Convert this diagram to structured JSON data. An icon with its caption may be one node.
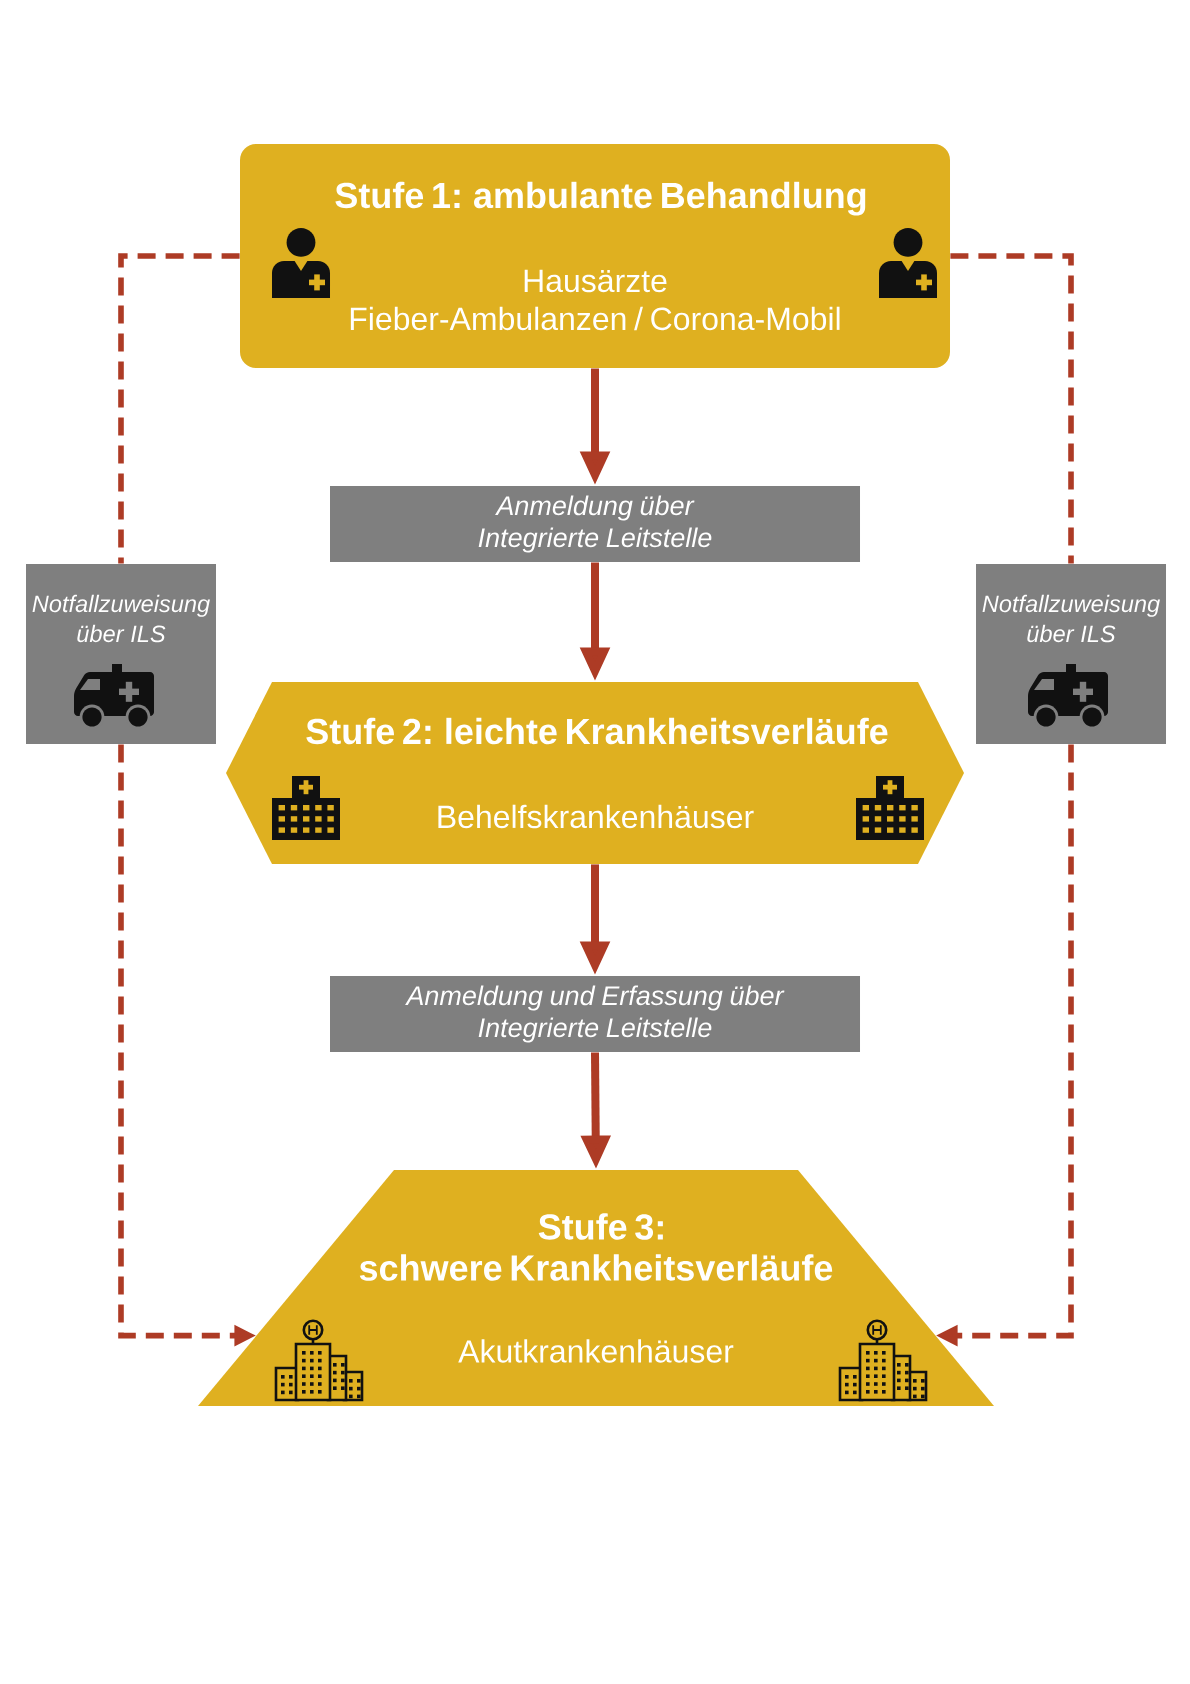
{
  "diagram": {
    "nodes": [
      {
        "text": [
          "Stufe 1: ambulante Behandlung",
          "Hausärzte Fieber-Ambulanzen / Corona-Mobil"
        ]
      },
      {
        "text": [
          "Anmeldung über Integrierte Leitstelle"
        ]
      },
      {
        "text": [
          "Notfallzuweisung über ILS"
        ]
      },
      {
        "text": [
          "Notfallzuweisung über ILS"
        ]
      },
      {
        "text": [
          "Stufe 2: leichte Krankheitsverläufe",
          "Behelfskrankenhäuser"
        ]
      },
      {
        "text": [
          "Anmeldung und Erfassung über Integrierte Leitstelle"
        ]
      },
      {
        "text": [
          "Stufe 3: schwere Krankheitsverläufe",
          "Akutkrankenhäuser"
        ]
      }
    ],
    "edges": [
      {
        "from": 0,
        "to": 1,
        "arrow": "to"
      },
      {
        "from": 1,
        "to": 4,
        "arrow": "to"
      },
      {
        "from": 4,
        "to": 5,
        "arrow": "to"
      },
      {
        "from": 5,
        "to": 6,
        "arrow": "to"
      },
      {
        "from": 0,
        "to": 2,
        "arrow": "none",
        "style": "dashed"
      },
      {
        "from": 2,
        "to": 6,
        "arrow": "to",
        "style": "dashed"
      },
      {
        "from": 0,
        "to": 3,
        "arrow": "none",
        "style": "dashed"
      },
      {
        "from": 3,
        "to": 6,
        "arrow": "to",
        "style": "dashed"
      }
    ]
  }
}
